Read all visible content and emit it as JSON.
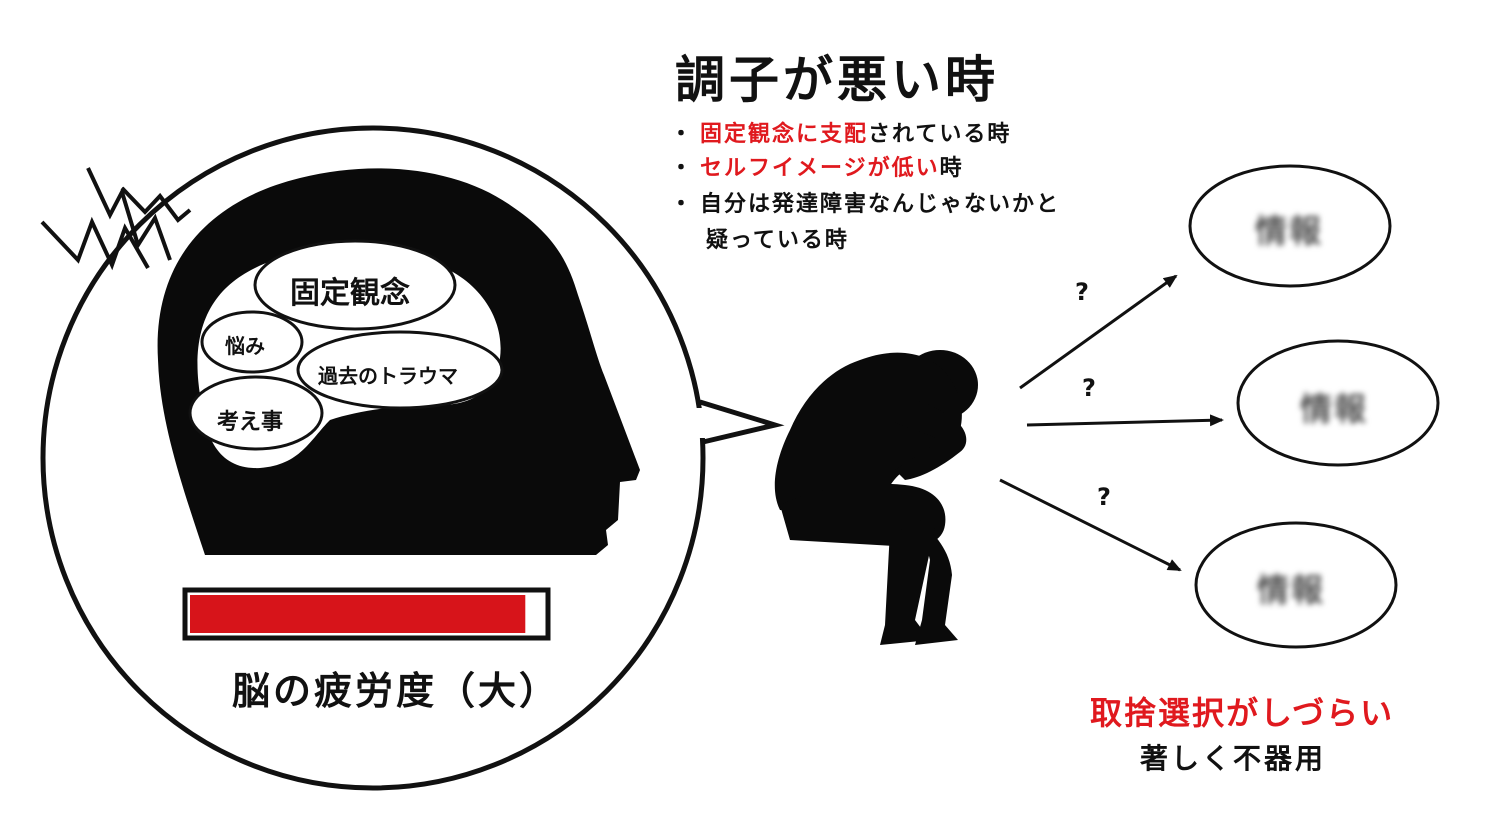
{
  "title": "調子が悪い時",
  "bullets": [
    {
      "red": "固定観念に支配",
      "rest": "されている時"
    },
    {
      "red": "セルフイメージが低い",
      "rest": "時"
    },
    {
      "red": "",
      "rest": "自分は発達障害なんじゃないかと"
    }
  ],
  "bullet3_cont": "疑っている時",
  "bullet_marker": "・",
  "head_bubbles": {
    "kotei": "固定観念",
    "nayami": "悩み",
    "trauma": "過去のトラウマ",
    "kangae": "考え事"
  },
  "fatigue": {
    "label": "脳の疲労度（大）",
    "level": 0.95,
    "fill_color": "#d7141a"
  },
  "question_mark": "?",
  "info_label": "情報",
  "result": {
    "line1": "取捨選択がしづらい",
    "line2": "著しく不器用"
  },
  "colors": {
    "accent_red": "#e0191e",
    "silhouette": "#0a0a0a"
  }
}
